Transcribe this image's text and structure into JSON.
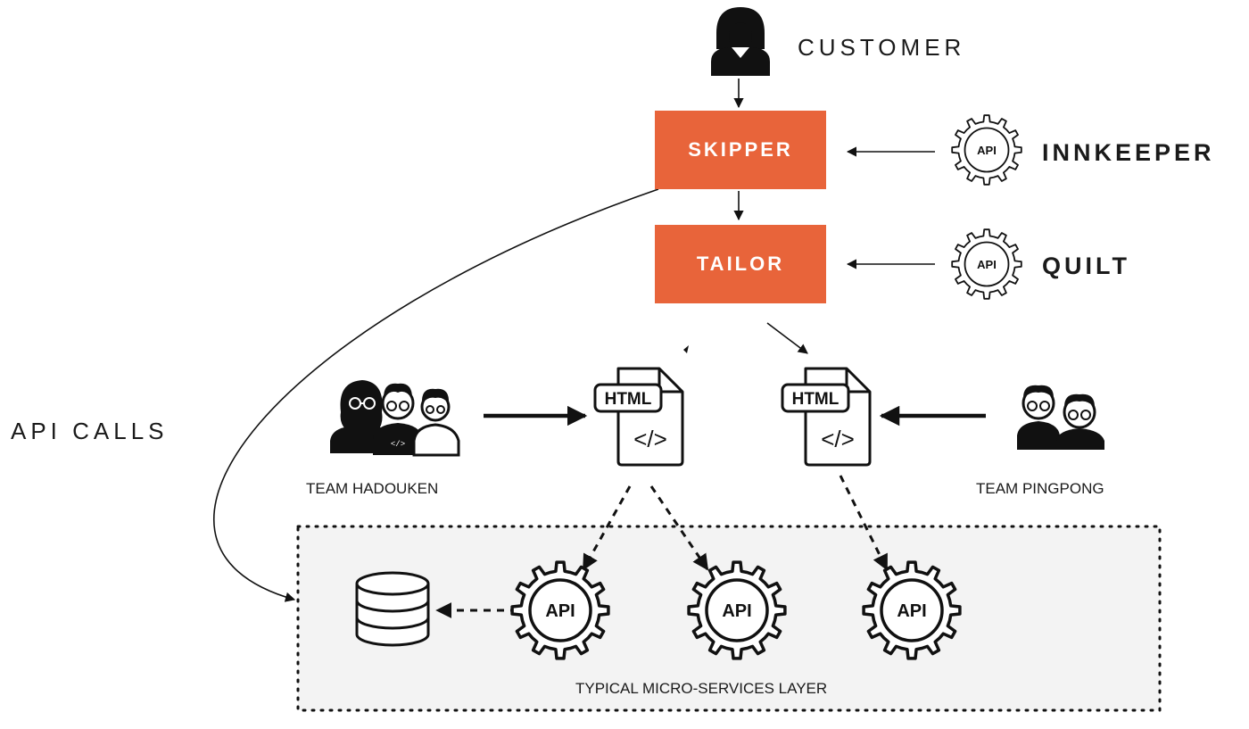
{
  "colors": {
    "accent": "#E8643A",
    "layer_bg": "#F3F3F3",
    "ink": "#111111"
  },
  "labels": {
    "customer": "CUSTOMER",
    "skipper": "SKIPPER",
    "tailor": "TAILOR",
    "innkeeper": "INNKEEPER",
    "quilt": "QUILT",
    "api_calls": "API CALLS",
    "team_hadouken": "TEAM HADOUKEN",
    "team_pingpong": "TEAM PINGPONG",
    "layer": "TYPICAL MICRO-SERVICES LAYER"
  },
  "icons": {
    "api": "API",
    "html": "HTML",
    "code": "</>",
    "types": [
      "customer-icon",
      "api-gear-icon",
      "html-file-icon",
      "team-icon",
      "database-icon"
    ]
  }
}
